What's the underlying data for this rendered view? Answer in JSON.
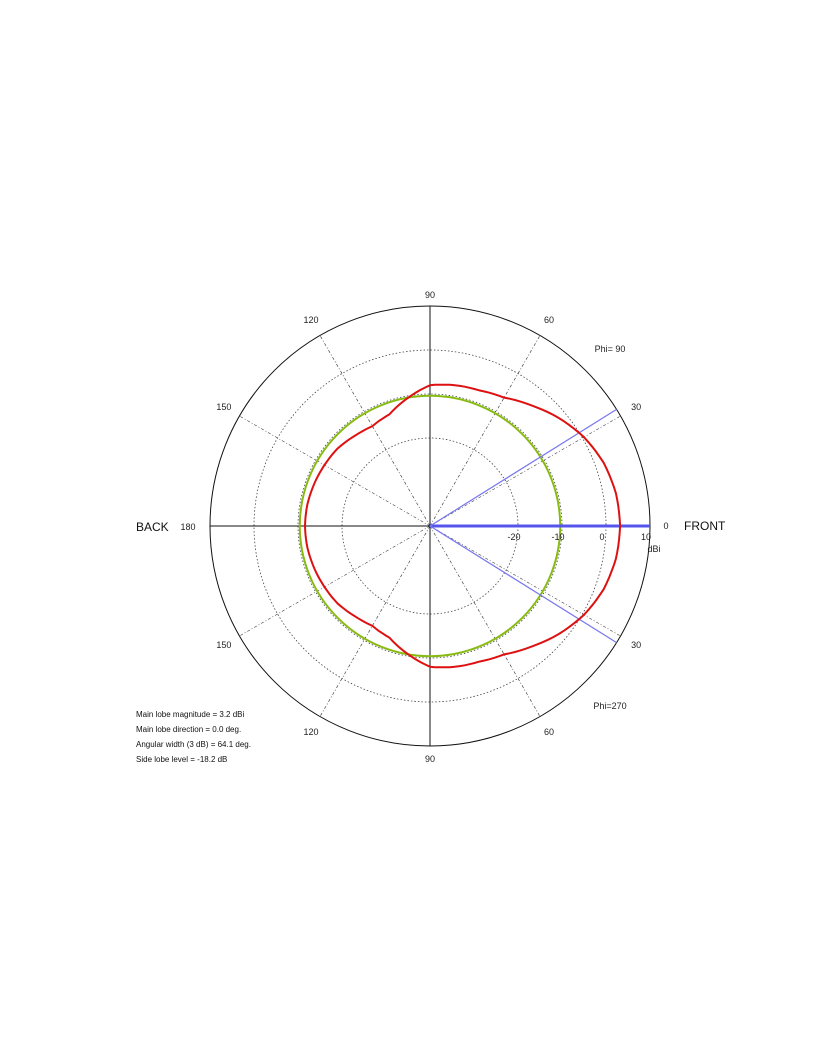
{
  "chart_data": {
    "type": "polar",
    "labels": {
      "back": "BACK",
      "front": "FRONT",
      "unit": "dBi"
    },
    "angle_ticks": [
      {
        "deg": 0,
        "label": "0"
      },
      {
        "deg": 30,
        "label": "30"
      },
      {
        "deg": 60,
        "label": "60"
      },
      {
        "deg": 90,
        "label": "90"
      },
      {
        "deg": 120,
        "label": "120"
      },
      {
        "deg": 150,
        "label": "150"
      },
      {
        "deg": 180,
        "label": "180"
      },
      {
        "deg": 210,
        "label": "150"
      },
      {
        "deg": 240,
        "label": "120"
      },
      {
        "deg": 270,
        "label": "90"
      },
      {
        "deg": 300,
        "label": "60"
      },
      {
        "deg": 330,
        "label": "30"
      }
    ],
    "radial_ticks": [
      {
        "db": -20,
        "label": "-20"
      },
      {
        "db": -10,
        "label": "-10"
      },
      {
        "db": 0,
        "label": "0"
      },
      {
        "db": 10,
        "label": "10"
      }
    ],
    "rlim": [
      -40,
      10
    ],
    "phi_labels": {
      "upper": "Phi= 90",
      "lower": "Phi=270"
    },
    "info": [
      "Main lobe magnitude  =  3.2 dBi",
      "Main lobe direction  =  0.0 deg.",
      "Angular width (3 dB)  =  64.1 deg.",
      "Side lobe level = -18.2 dB"
    ],
    "main_lobe_magnitude_dbi": 3.2,
    "main_lobe_direction_deg": 0.0,
    "beamwidth_deg": 64.1,
    "side_lobe_level_db": -18.2,
    "series": [
      {
        "color": "#dd1111",
        "angles": [
          0,
          10,
          20,
          30,
          40,
          50,
          60,
          70,
          80,
          90,
          100,
          110,
          120,
          130,
          140,
          150,
          160,
          170,
          180,
          190,
          200,
          210,
          220,
          230,
          240,
          250,
          260,
          270,
          280,
          290,
          300,
          310,
          320,
          330,
          340,
          350,
          360
        ],
        "values": [
          3.2,
          2.9,
          2.0,
          0.4,
          -1.8,
          -4.2,
          -6.3,
          -7.2,
          -7.5,
          -8.0,
          -10.5,
          -13.0,
          -13.8,
          -13.3,
          -12.6,
          -12.3,
          -12.0,
          -11.7,
          -11.6,
          -11.7,
          -12.0,
          -12.3,
          -12.6,
          -13.3,
          -13.8,
          -13.0,
          -10.5,
          -8.0,
          -7.5,
          -7.2,
          -6.3,
          -4.2,
          -1.8,
          0.4,
          2.0,
          2.9,
          3.2
        ]
      },
      {
        "color": "#88bb11",
        "circle_db": -10.4
      }
    ],
    "beam_lines": [
      {
        "deg": 0,
        "db": 10,
        "color": "#5555ee",
        "bold": true
      },
      {
        "deg": 32,
        "db": 10,
        "color": "#7777ee",
        "bold": false
      },
      {
        "deg": -32,
        "db": 10,
        "color": "#7777ee",
        "bold": false
      }
    ]
  }
}
